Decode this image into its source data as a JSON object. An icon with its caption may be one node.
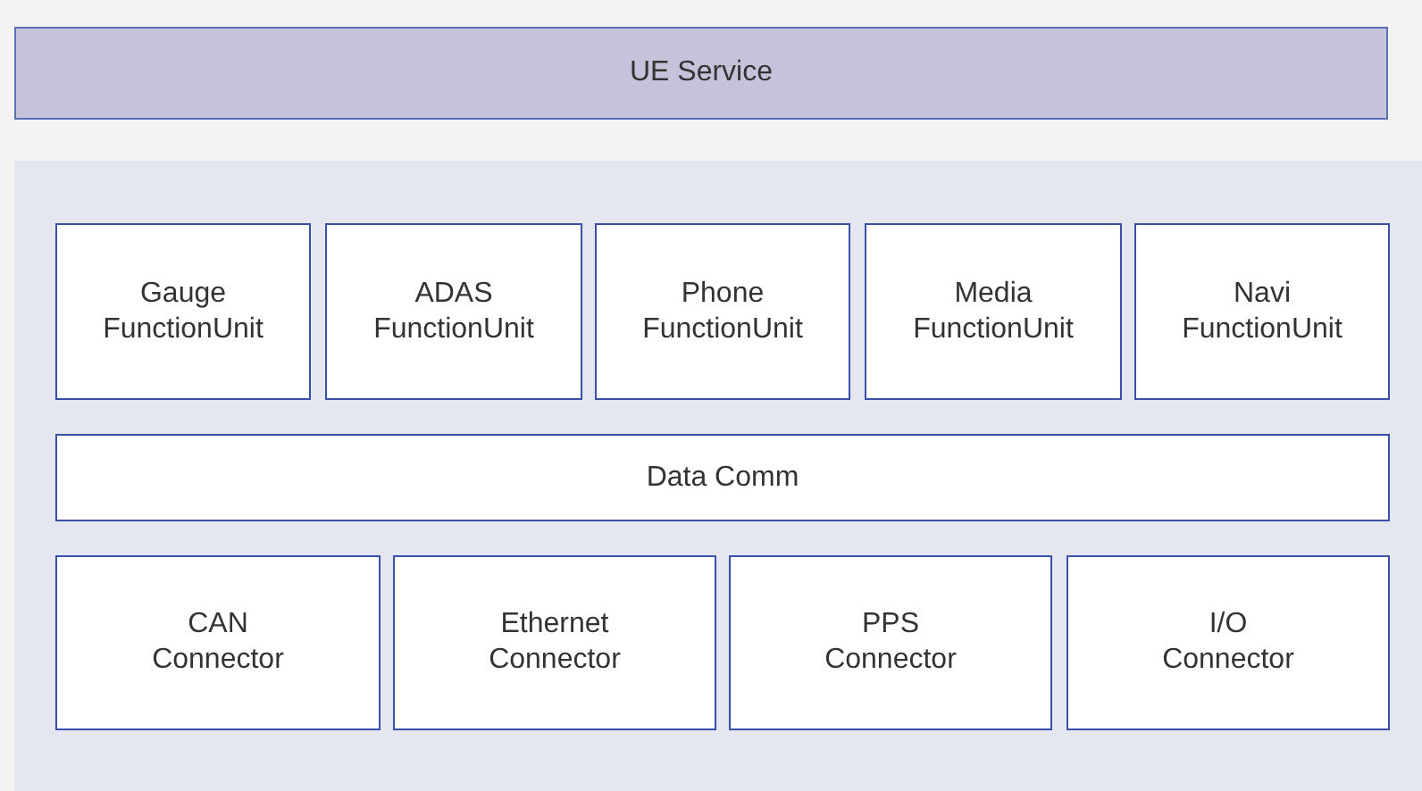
{
  "diagram": {
    "nodes": [
      {
        "text": [
          "UE Service"
        ]
      },
      {
        "text": [],
        "shape": "box"
      },
      {
        "text": [
          "Gauge FunctionUnit"
        ],
        "in": 1
      },
      {
        "text": [
          "ADAS FunctionUnit"
        ],
        "in": 1
      },
      {
        "text": [
          "Phone FunctionUnit"
        ],
        "in": 1
      },
      {
        "text": [
          "Media FunctionUnit"
        ],
        "in": 1
      },
      {
        "text": [
          "Navi FunctionUnit"
        ],
        "in": 1
      },
      {
        "text": [
          "Data Comm"
        ],
        "in": 1
      },
      {
        "text": [
          "CAN Connector"
        ],
        "in": 1
      },
      {
        "text": [
          "Ethernet Connector"
        ],
        "in": 1
      },
      {
        "text": [
          "PPS Connector"
        ],
        "in": 1
      },
      {
        "text": [
          "I/O Connector"
        ],
        "in": 1
      }
    ]
  }
}
